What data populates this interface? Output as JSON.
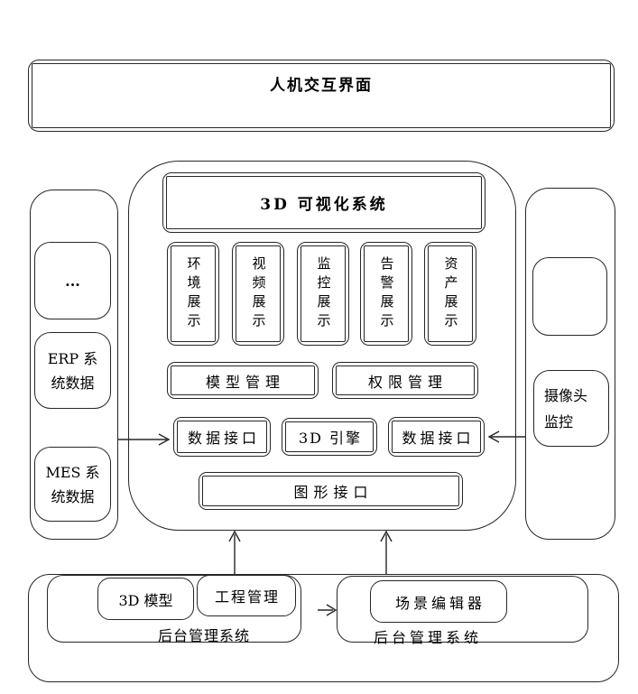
{
  "page": {
    "background": "#ffffff",
    "line_color": "#262626"
  },
  "top_banner": {
    "label": "人机交互界面"
  },
  "center_system": {
    "title": "3D 可视化系统",
    "display_modules": [
      {
        "label": "环境展示"
      },
      {
        "label": "视频展示"
      },
      {
        "label": "监控展示"
      },
      {
        "label": "告警展示"
      },
      {
        "label": "资产展示"
      }
    ],
    "model_mgmt": "模型管理",
    "perm_mgmt": "权限管理",
    "data_if_left": "数据接口",
    "engine": "3D 引擎",
    "data_if_right": "数据接口",
    "graphics_if": "图形接口"
  },
  "left_panel": {
    "ellipsis": "...",
    "erp": "ERP 系\n统数据",
    "mes": "MES 系\n统数据"
  },
  "right_panel": {
    "camera": "摄像头\n监控"
  },
  "bottom": {
    "backend_left": {
      "model_3d": "3D 模型",
      "project_mgmt": "工程管理",
      "label": "后台管理系统"
    },
    "backend_right": {
      "scene_editor": "场景编辑器",
      "label": "后台管理系统"
    }
  }
}
